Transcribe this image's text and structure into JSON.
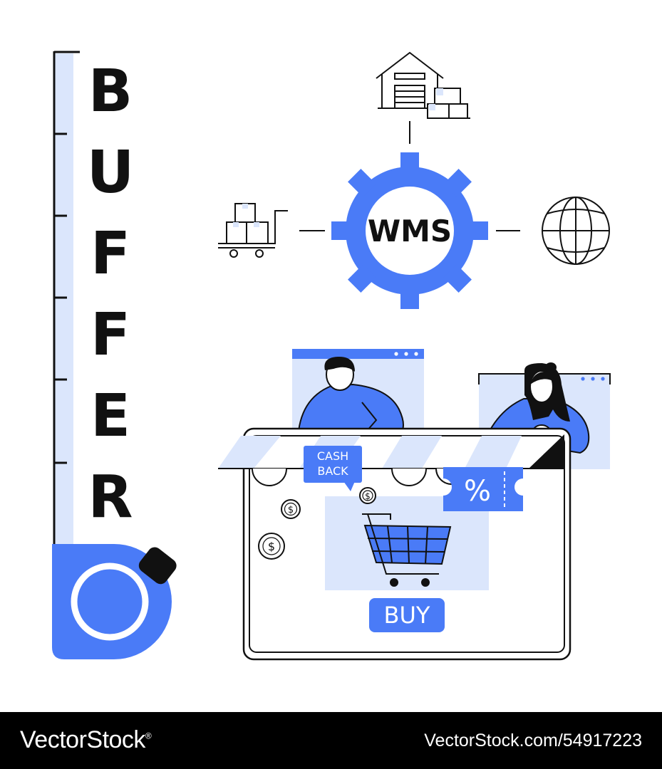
{
  "illustration": {
    "vertical_word": [
      "B",
      "U",
      "F",
      "F",
      "E",
      "R"
    ],
    "gear_label": "WMS",
    "cashback_label": [
      "CASH",
      "BACK"
    ],
    "coupon_label": "%",
    "buy_button_label": "BUY",
    "coin_symbol": "$"
  },
  "colors": {
    "accent": "#4a7bf7",
    "light_accent": "#dbe6fc",
    "stroke": "#111111",
    "background": "#ffffff"
  },
  "icons": [
    "warehouse-icon",
    "gear-icon",
    "globe-icon",
    "cart-trolley-icon",
    "shopping-cart-icon",
    "coin-icon",
    "tape-measure-icon",
    "coupon-icon"
  ],
  "footer": {
    "brand": "VectorStock",
    "registered_mark": "®",
    "stock_id": "VectorStock.com/54917223"
  }
}
